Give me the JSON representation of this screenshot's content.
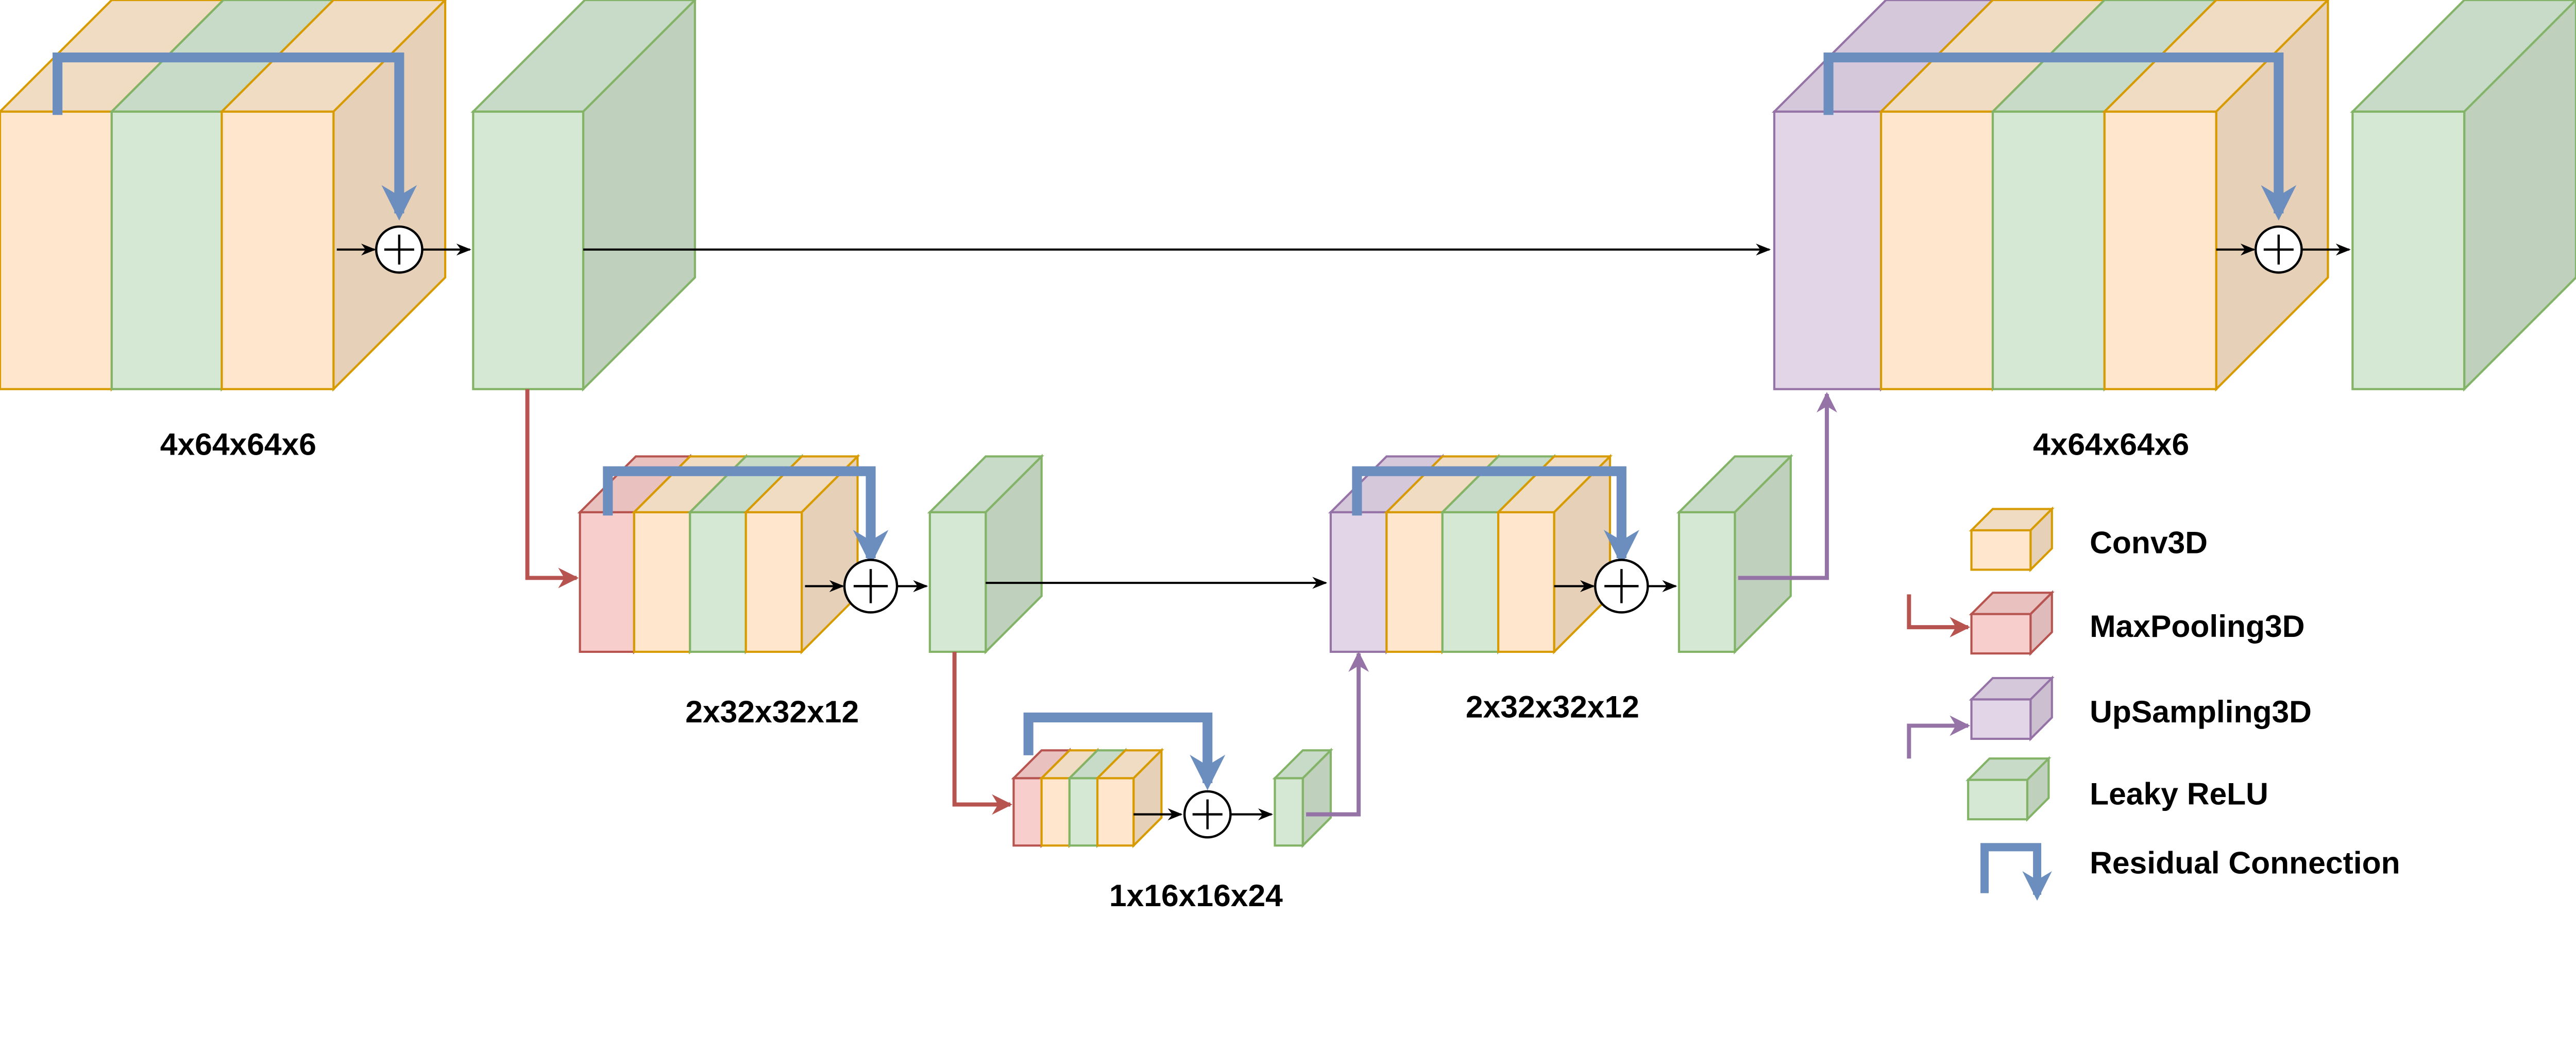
{
  "colors": {
    "conv3d": {
      "fill": "#ffe6cc",
      "top": "#f0dcc3",
      "side": "#e6d0b8",
      "stroke": "#d79b00"
    },
    "maxpooling3d": {
      "fill": "#f8cecc",
      "top": "#e9c2c0",
      "side": "#dfbcbb",
      "stroke": "#b85450"
    },
    "upsampling3d": {
      "fill": "#e1d5e7",
      "top": "#d5c8db",
      "side": "#cbbfd0",
      "stroke": "#9673a6"
    },
    "leaky_relu": {
      "fill": "#d5e8d4",
      "top": "#c8dbc8",
      "side": "#bfd0bd",
      "stroke": "#82b366"
    },
    "residual": "#6c8ebf",
    "arrow": "#000000"
  },
  "labels": {
    "encoder_level1": "4x64x64x6",
    "encoder_level2": "2x32x32x12",
    "bottleneck": "1x16x16x24",
    "decoder_level2": "2x32x32x12",
    "decoder_level1": "4x64x64x6"
  },
  "legend": {
    "conv3d": "Conv3D",
    "maxpooling3d": "MaxPooling3D",
    "upsampling3d": "UpSampling3D",
    "leaky_relu": "Leaky ReLU",
    "residual": "Residual Connection"
  },
  "add_symbol": "+"
}
